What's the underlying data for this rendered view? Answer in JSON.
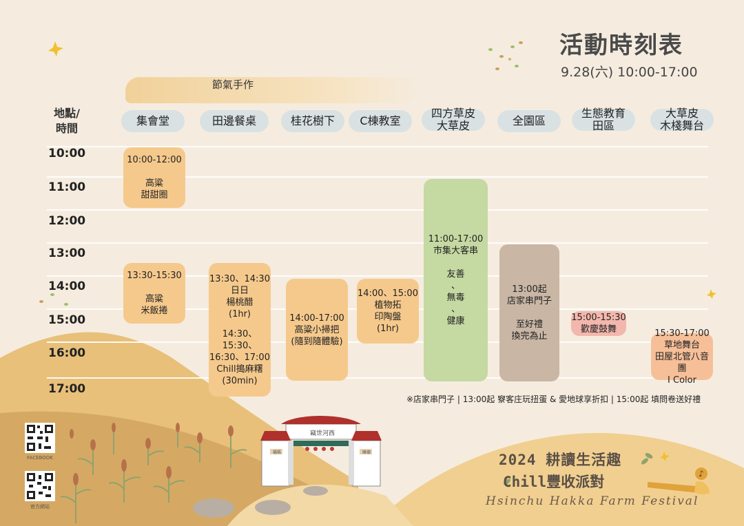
{
  "header": {
    "title": "活動時刻表",
    "subtitle": "9.28(六) 10:00-17:00",
    "brush_label": "節氣手作"
  },
  "table": {
    "corner_label": "地點/\n時間",
    "locations": [
      "集會堂",
      "田邊餐桌",
      "桂花樹下",
      "C棟教室",
      "四方草皮\n大草皮",
      "全園區",
      "生態教育\n田區",
      "大草皮\n木棧舞台"
    ],
    "times": [
      "10:00",
      "11:00",
      "12:00",
      "13:00",
      "14:00",
      "15:00",
      "16:00",
      "17:00"
    ],
    "events": [
      {
        "text": "10:00-12:00\n\n高粱\n甜甜圈"
      },
      {
        "text": "13:30-15:30\n\n高粱\n米飯捲"
      },
      {
        "text": "13:30、14:30\n日日\n楊桃醋\n(1hr)",
        "text2": "14:30、15:30、\n16:30、17:00\nChill搗麻糬\n(30min)"
      },
      {
        "text": "14:00-17:00\n高粱小掃把\n(隨到隨體驗)"
      },
      {
        "text": "14:00、15:00\n植物拓\n印陶盤\n(1hr)"
      },
      {
        "text": "11:00-17:00\n市集大客串\n\n友善\n、\n無毒\n、\n健康"
      },
      {
        "text": "13:00起\n店家串門子\n\n至好禮\n換完為止"
      },
      {
        "text": "15:00-15:30\n歡慶鼓舞"
      },
      {
        "text": "15:30-17:00\n草地舞台\n田屋北管八音團\nI Color"
      }
    ]
  },
  "footnote": "※店家串門子 | 13:00起 竂客庄玩扭蛋 & 愛地球享折扣 | 15:00起 填問卷送好禮",
  "qr": {
    "facebook_label": "FACEBOOK",
    "site_label": "官方網站"
  },
  "gate": {
    "plaque": "竊世河西",
    "left_sign": "楊梧",
    "right_sign": "陳德"
  },
  "logo": {
    "line1": "2024 耕讀生活趣",
    "line2": "Chill豐收派對",
    "line3": "Hsinchu Hakka Farm Festival"
  },
  "colors": {
    "background": "#f5ecdf",
    "pill": "#d9e1e3",
    "orange": "#f5c98c",
    "green": "#c5d9a2",
    "taupe": "#c9b6a5",
    "pink": "#f3b7ad",
    "hill": "#e8c07a"
  },
  "icons": [
    "star-icon",
    "confetti-icon",
    "sorghum-plant-icon",
    "suona-trumpet-icon",
    "qr-code-icon"
  ]
}
